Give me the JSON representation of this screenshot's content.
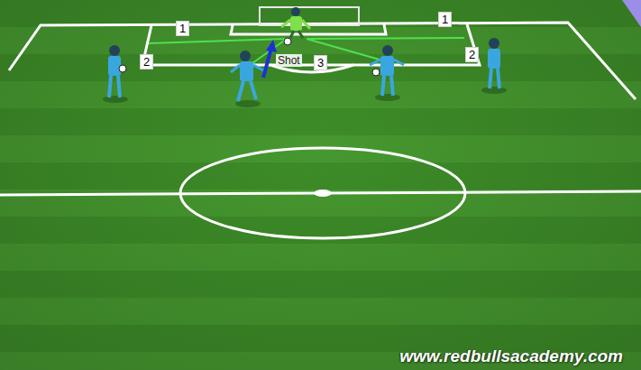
{
  "diagram": {
    "labels": [
      "1",
      "1",
      "2",
      "2",
      "Shot",
      "3",
      "www.redbullsacademy.com"
    ]
  }
}
